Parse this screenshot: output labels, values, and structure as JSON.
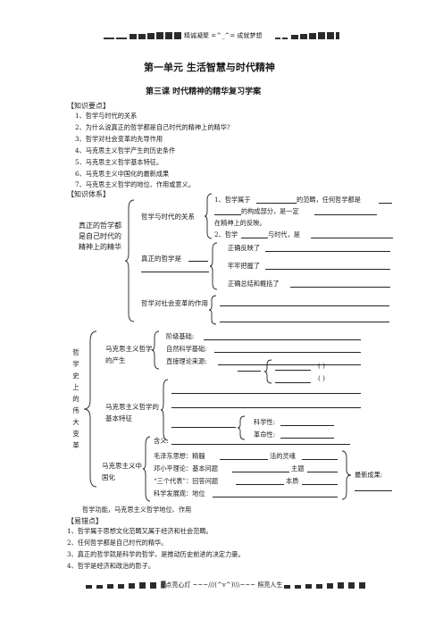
{
  "header": {
    "text": "精诚凝聚 =^_^= 成就梦想"
  },
  "footer": {
    "text": "▓点亮心灯 ~~~///(^v^)\\\\\\~~~ 照亮人生"
  },
  "title": "第一单元 生活智慧与时代精神",
  "subtitle": "第三课 时代精神的精华复习学案",
  "knowledge_points": {
    "heading": "【知识要点】",
    "items": [
      "1、哲学与时代的关系",
      "2、为什么说真正的哲学都是自己时代的精神上的精华?",
      "3、哲学对社会变革的先导作用",
      "4、马克思主义哲学产生的历史条件",
      "5、马克思主义哲学基本特征。",
      "6、马克思主义中国化的最新成果",
      "7、马克思主义哲学的地位、作用或意义。"
    ]
  },
  "system": {
    "heading": "【知识体系】",
    "left_label": "真正的哲学都是自己时代的精神上的精华",
    "branch1": "哲学与时代的关系",
    "b1_l1a": "1、哲学属于",
    "b1_l1b": "的范畴，任何哲学都是",
    "b1_l2": "的构成部分，是一定",
    "b1_l3": "在精神上的反映。",
    "b1_l4a": "2、哲学",
    "b1_l4b": "与时代，是",
    "branch2": "真正的哲学是",
    "b2_1": "正确反映了",
    "b2_2": "牢牢把握了",
    "b2_3": "正确总结和概括了",
    "branch3": "哲学对社会变革的作用",
    "great_change": "哲学史上的伟大变革",
    "birth": "马克思主义哲学的产生",
    "birth_1": "阶级基础:",
    "birth_2": "自然科学基础:",
    "birth_3": "直接理论来源:",
    "paren": "(          )",
    "features": "马克思主义哲学的基本特征",
    "feat_1": "科学性:",
    "feat_2": "革命性:",
    "sinicization": "马克思主义中国化",
    "sin_0": "含义:",
    "sin_1a": "毛泽东思想：精髓",
    "sin_1b": "活的灵魂",
    "sin_2a": "邓小平理论：基本问题",
    "sin_2b": "主题",
    "sin_3a": "“三个代表”：回答问题",
    "sin_3b": "本质",
    "sin_4": "科学发展观：地位",
    "latest": "最新成果:",
    "function_line": "哲学功能，马克思主义哲学地位、作用"
  },
  "errors": {
    "heading": "【易错点】",
    "items": [
      "1、哲学属于思想文化范畴又属于经济和社会范畴。",
      "2、任何哲学都是自己时代的精华。",
      "3、真正的哲学就是科学的哲学，是推动历史前进的决定力量。",
      "4、哲学是经济和政治的影子。"
    ]
  }
}
